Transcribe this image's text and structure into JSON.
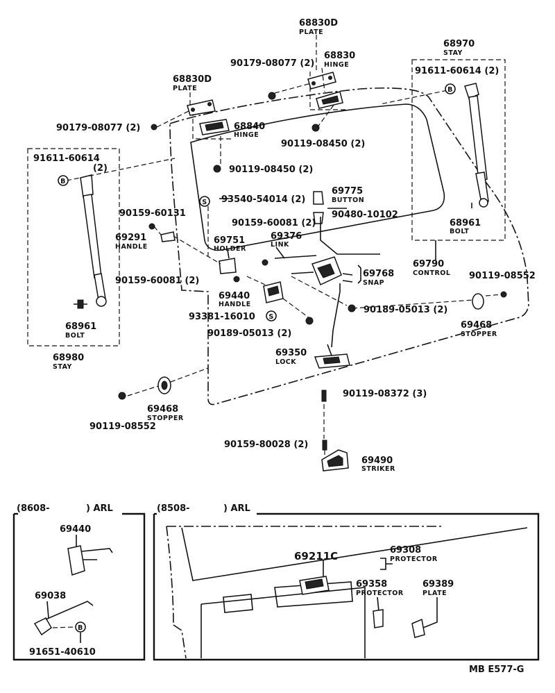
{
  "diagram_code": "MB E577-G",
  "callouts": {
    "plate_top_right": {
      "number": "68830D",
      "name": "PLATE"
    },
    "plate_left": {
      "number": "68830D",
      "name": "PLATE"
    },
    "hinge_right": {
      "number": "68830",
      "name": "HINGE"
    },
    "hinge_left": {
      "number": "68840",
      "name": "HINGE"
    },
    "stay_right": {
      "number": "68970",
      "name": "STAY"
    },
    "stay_left": {
      "number": "68980",
      "name": "STAY"
    },
    "bolt_right": {
      "number": "68961",
      "name": "BOLT"
    },
    "bolt_left": {
      "number": "68961",
      "name": "BOLT"
    },
    "button": {
      "number": "69775",
      "name": "BUTTON"
    },
    "handle_69291": {
      "number": "69291",
      "name": "HANDLE"
    },
    "holder": {
      "number": "69751",
      "name": "HOLDER"
    },
    "link": {
      "number": "69376",
      "name": "LINK"
    },
    "snap": {
      "number": "69768",
      "name": "SNAP"
    },
    "control": {
      "number": "69790",
      "name": "CONTROL"
    },
    "handle_69440": {
      "number": "69440",
      "name": "HANDLE"
    },
    "lock": {
      "number": "69350",
      "name": "LOCK"
    },
    "stopper_right": {
      "number": "69468",
      "name": "STOPPER"
    },
    "stopper_left": {
      "number": "69468",
      "name": "STOPPER"
    },
    "striker": {
      "number": "69490",
      "name": "STRIKER"
    }
  },
  "fasteners": {
    "f1": "90179-08077 (2)",
    "f2": "90179-08077 (2)",
    "f3": "90119-08450 (2)",
    "f4": "90119-08450 (2)",
    "f5": "91611-60614 (2)",
    "f6a": "91611-60614",
    "f6b": "(2)",
    "f7": "93540-54014 (2)",
    "f8": "90159-60131",
    "f9": "90480-10102",
    "f10": "90159-60081 (2)",
    "f11": "90159-60081 (2)",
    "f12": "90119-08552",
    "f13": "90189-05013 (2)",
    "f14": "93381-16010",
    "f15": "90189-05013 (2)",
    "f16": "90119-08372 (3)",
    "f17": "90119-08552",
    "f18": "90159-80028 (2)"
  },
  "insets": {
    "left": {
      "heading_open": "(8608-",
      "heading_close": ") ARL",
      "part_a": "69440",
      "part_b": "69038",
      "fastener": "91651-40610"
    },
    "right": {
      "heading_open": "(8508-",
      "heading_close": ") ARL",
      "part_a": "69211C",
      "part_b": {
        "number": "69308",
        "name": "PROTECTOR"
      },
      "part_c": {
        "number": "69358",
        "name": "PROTECTOR"
      },
      "part_d": {
        "number": "69389",
        "name": "PLATE"
      }
    }
  },
  "markers": {
    "b": "B",
    "s": "S"
  }
}
